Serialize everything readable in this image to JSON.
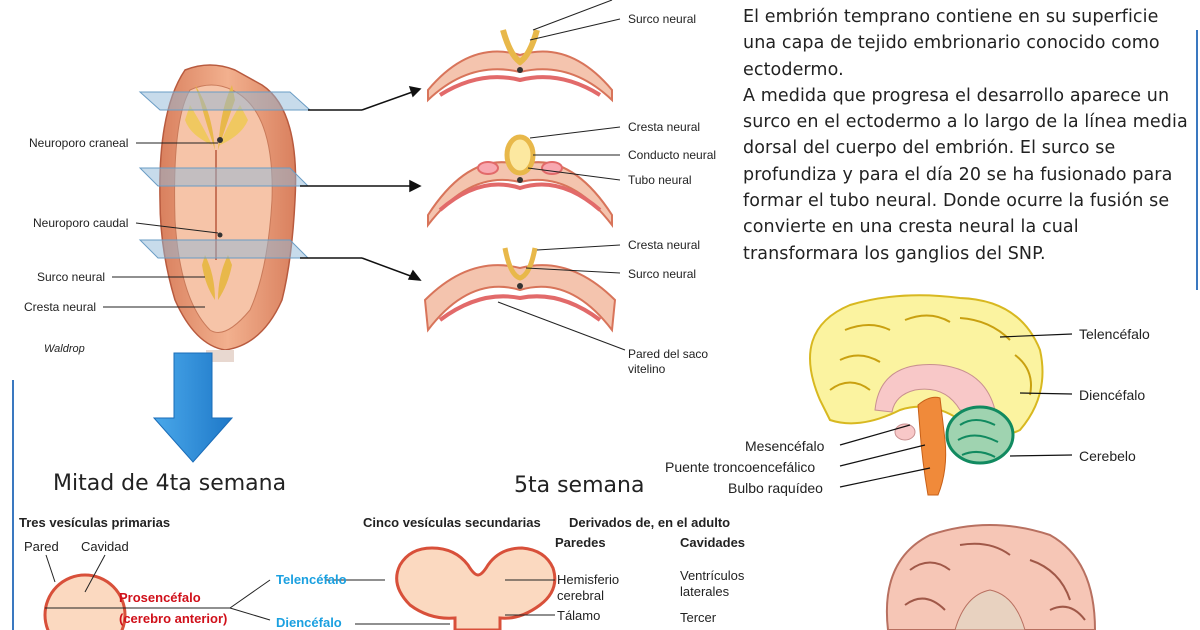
{
  "embryo_labels": {
    "neuroporo_craneal": "Neuroporo craneal",
    "neuroporo_caudal": "Neuroporo caudal",
    "surco_neural": "Surco neural",
    "cresta_neural": "Cresta neural",
    "credit": "Waldrop"
  },
  "section_labels": {
    "top_surco": "Surco neural",
    "mid_cresta": "Cresta neural",
    "mid_conducto": "Conducto neural",
    "mid_tubo": "Tubo neural",
    "bot_cresta": "Cresta neural",
    "bot_surco": "Surco neural",
    "pared_line1": "Pared del saco",
    "pared_line2": "vitelino"
  },
  "paragraph": {
    "p1": "El embrión temprano contiene en su superficie una capa de tejido embrionario conocido como ectodermo.",
    "p2": "A medida que progresa el desarrollo aparece un surco en el ectodermo a lo largo de la línea media dorsal del cuerpo del embrión. El surco se profundiza y para el día 20 se ha fusionado para formar el tubo neural. Donde ocurre la fusión se convierte en una cresta neural la cual transformara los ganglios del SNP."
  },
  "brain_labels": {
    "telencefalo": "Telencéfalo",
    "diencefalo": "Diencéfalo",
    "cerebelo": "Cerebelo",
    "mesencefalo": "Mesencéfalo",
    "puente": "Puente troncoencefálico",
    "bulbo": "Bulbo raquídeo"
  },
  "weeks": {
    "w4": "Mitad de 4ta semana",
    "w5": "5ta semana"
  },
  "vesicles": {
    "primarias_title": "Tres vesículas primarias",
    "secundarias_title": "Cinco vesículas secundarias",
    "derivados_title": "Derivados de, en el adulto",
    "paredes": "Paredes",
    "cavidades": "Cavidades",
    "pared": "Pared",
    "cavidad": "Cavidad",
    "prosencefalo": "Prosencéfalo",
    "cerebro_anterior": "(cerebro anterior)",
    "telencefalo": "Telencéfalo",
    "diencefalo": "Diencéfalo",
    "hemisferio_1": "Hemisferio",
    "hemisferio_2": "cerebral",
    "talamo": "Tálamo",
    "ventriculos_1": "Ventrículos",
    "ventriculos_2": "laterales",
    "tercer": "Tercer"
  },
  "colors": {
    "blue_arrow": "#2e8fd8",
    "yellow_brain": "#fbf3a0",
    "cerebellum": "#9fd3b0",
    "brainstem": "#f08a3a",
    "vesicle": "#fbd9c0"
  }
}
